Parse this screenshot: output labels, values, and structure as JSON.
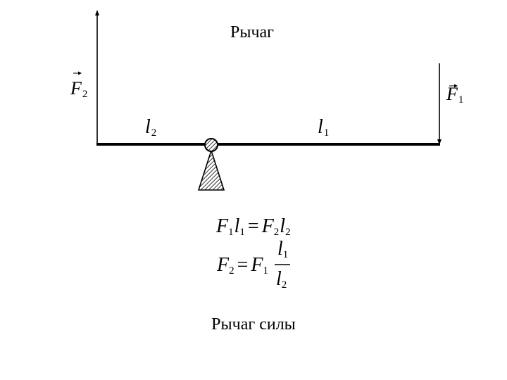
{
  "title": "Рычаг",
  "caption": "Рычаг силы",
  "labels": {
    "force_left_symbol": "F",
    "force_left_index": "2",
    "force_right_symbol": "F",
    "force_right_index": "1",
    "arm_left_symbol": "l",
    "arm_left_index": "2",
    "arm_right_symbol": "l",
    "arm_right_index": "1"
  },
  "formulas": {
    "eq1": {
      "f1": "F",
      "f1_i": "1",
      "l1": "l",
      "l1_i": "1",
      "eq": "=",
      "f2": "F",
      "f2_i": "2",
      "l2": "l",
      "l2_i": "2"
    },
    "eq2": {
      "f2": "F",
      "f2_i": "2",
      "eq": "=",
      "f1": "F",
      "f1_i": "1",
      "num": "l",
      "num_i": "1",
      "den": "l",
      "den_i": "2"
    }
  },
  "colors": {
    "ink": "#000000",
    "background": "#ffffff"
  }
}
